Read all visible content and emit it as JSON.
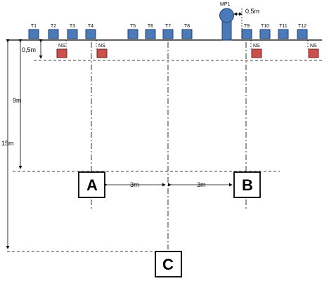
{
  "colors": {
    "sensor": "#4a7ab8",
    "sensor_stroke": "#1f3f70",
    "ns_box": "#c9504b",
    "ns_stroke": "#6e2222",
    "line": "#000000"
  },
  "sensors": [
    "T1",
    "T2",
    "T3",
    "T4",
    "T5",
    "T6",
    "T7",
    "T8",
    "T9",
    "T10",
    "T11",
    "T12"
  ],
  "mast": {
    "label": "MP1",
    "offset": "0,5m"
  },
  "ns_label": "NS",
  "dimensions": {
    "offset_row": "0,5m",
    "to_ab": "9m",
    "to_c": "15m",
    "a_to_mid": "3m",
    "mid_to_b": "3m"
  },
  "points": {
    "a": "A",
    "b": "B",
    "c": "C"
  }
}
